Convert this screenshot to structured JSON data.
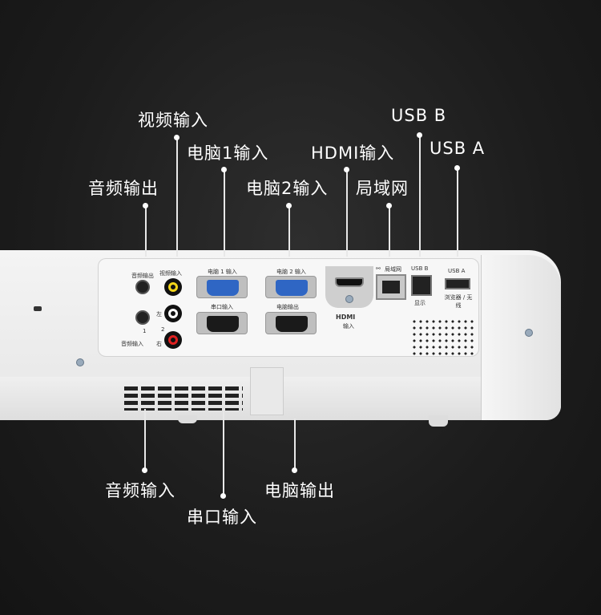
{
  "callouts_top": {
    "video_in": "视频输入",
    "pc1_in": "电脑1输入",
    "audio_out": "音频输出",
    "pc2_in": "电脑2输入",
    "hdmi_in": "HDMI输入",
    "lan": "局域网",
    "usb_b": "USB B",
    "usb_a": "USB A"
  },
  "callouts_bottom": {
    "audio_in": "音频输入",
    "serial_in": "串口输入",
    "pc_out": "电脑输出"
  },
  "panel_labels": {
    "audio_out": "音频输出",
    "video_in": "视频输入",
    "pc1_in": "电脑 1 输入",
    "pc2_in": "电脑 2 输入",
    "lan": "局域网",
    "usb_b": "USB B",
    "usb_a": "USB A",
    "serial_in": "串口输入",
    "pc_out": "电脑输出",
    "left": "左",
    "right": "右",
    "one": "1",
    "two": "2",
    "audio_in": "音频输入",
    "hdmi_logo": "HDMI",
    "hdmi_in": "输入",
    "display": "显示",
    "browser_wireless": "浏览器 / 无线"
  }
}
